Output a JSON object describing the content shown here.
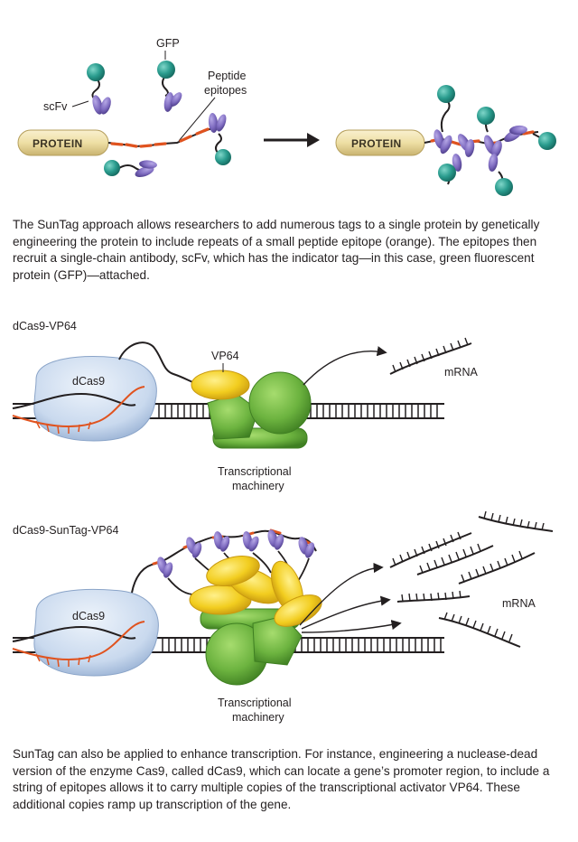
{
  "top": {
    "gfp_label": "GFP",
    "scfv_label": "scFv",
    "peptide_label_line1": "Peptide",
    "peptide_label_line2": "epitopes",
    "protein_label_left": "PROTEIN",
    "protein_label_right": "PROTEIN"
  },
  "caption1": "The SunTag approach allows researchers to add numerous tags to a single protein by genetically engineering the protein to include repeats of a small peptide epitope (orange). The epitopes then recruit a single-chain antibody, scFv, which has the indicator tag—in this case, green fluorescent protein (GFP)—attached.",
  "panel1": {
    "title": "dCas9-VP64",
    "dcas9_label": "dCas9",
    "vp64_label": "VP64",
    "mrna_label": "mRNA",
    "machinery_line1": "Transcriptional",
    "machinery_line2": "machinery"
  },
  "panel2": {
    "title": "dCas9-SunTag-VP64",
    "dcas9_label": "dCas9",
    "mrna_label": "mRNA",
    "machinery_line1": "Transcriptional",
    "machinery_line2": "machinery"
  },
  "caption2": "SunTag can also be applied to enhance transcription. For instance, engineering a nuclease-dead version of the enzyme Cas9, called dCas9, which can locate a gene’s promoter region, to include a string of epitopes allows it to carry multiple copies of the transcriptional activator VP64. These additional copies ramp up transcription of the gene.",
  "colors": {
    "teal": "#2a9c8e",
    "purple": "#7e6bc0",
    "orange": "#e0531f",
    "yellow": "#f2cd1f",
    "green": "#6cb33f",
    "dcas9": "#c9d9ee",
    "protein": "#eedfa4"
  }
}
